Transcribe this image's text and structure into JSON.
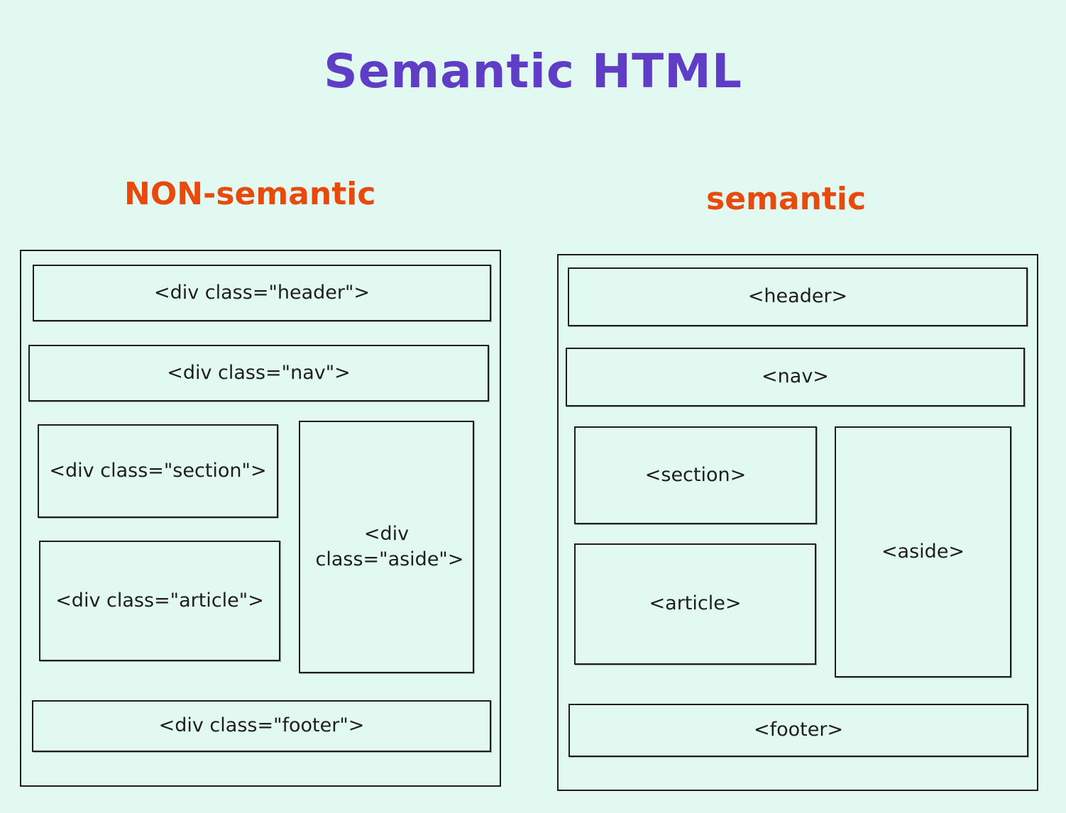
{
  "title": "Semantic HTML",
  "colors": {
    "background": "#e2f9f1",
    "title": "#5f3dc4",
    "heading": "#e8490c",
    "stroke": "#1e1e1e"
  },
  "non_semantic": {
    "heading": "NON-semantic",
    "header": "<div class=\"header\">",
    "nav": "<div class=\"nav\">",
    "section": "<div class=\"section\">",
    "article": "<div class=\"article\">",
    "aside": "<div class=\"aside\">",
    "footer": "<div class=\"footer\">"
  },
  "semantic": {
    "heading": "semantic",
    "header": "<header>",
    "nav": "<nav>",
    "section": "<section>",
    "article": "<article>",
    "aside": "<aside>",
    "footer": "<footer>"
  }
}
